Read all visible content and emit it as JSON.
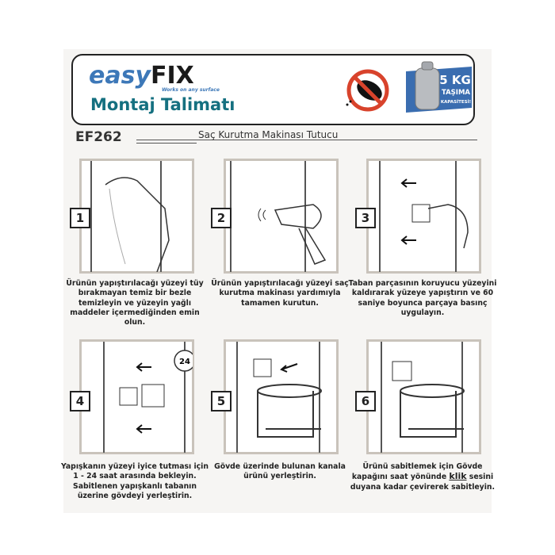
{
  "header": {
    "logo_easy": "easy",
    "logo_fix": "FIX",
    "logo_tagline": "Works on any surface",
    "title": "Montaj Talimatı",
    "badge": {
      "line1": "5 KG",
      "line2": "TAŞIMA",
      "line3": "KAPASİTESİ!"
    },
    "no_insect_icon": "no-bug-icon"
  },
  "product": {
    "code": "EF262",
    "name": "Saç Kurutma Makinası Tutucu"
  },
  "steps": [
    {
      "number": "1",
      "text": "Ürünün yapıştırılacağı yüzeyi tüy bırakmayan temiz bir bezle temizleyin ve yüzeyin yağlı maddeler içermediğinden emin olun."
    },
    {
      "number": "2",
      "text": "Ürünün yapıştırılacağı yüzeyi saç kurutma makinası yardımıyla tamamen kurutun."
    },
    {
      "number": "3",
      "text": "Taban parçasının koruyucu yüzeyini kaldırarak yüzeye yapıştırın ve 60 saniye boyunca parçaya basınç uygulayın."
    },
    {
      "number": "4",
      "text": "Yapışkanın yüzeyi iyice tutması için 1 - 24 saat arasında bekleyin. Sabitlenen yapışkanlı tabanın üzerine gövdeyi yerleştirin.",
      "timer_label": "24"
    },
    {
      "number": "5",
      "text": "Gövde üzerinde bulunan kanala ürünü yerleştirin."
    },
    {
      "number": "6",
      "text_before": "Ürünü sabitlemek için Gövde kapağını saat yönünde",
      "text_emphasis": "klik",
      "text_after": "sesini duyana kadar çevirerek sabitleyin."
    }
  ]
}
